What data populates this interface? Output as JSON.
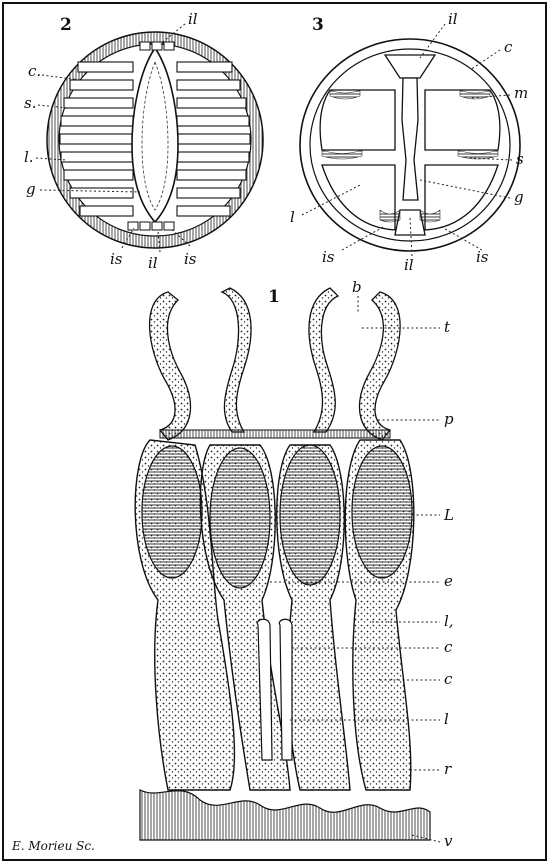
{
  "figures": {
    "fig2": "2",
    "fig3": "3",
    "fig1": "1"
  },
  "labels_fig2": {
    "il_top": "il",
    "c": "c.",
    "s": "s.",
    "l": "l.",
    "g": "g",
    "is_left": "is",
    "il_bottom": "il",
    "is_right": "is"
  },
  "labels_fig3": {
    "il_top": "il",
    "c": "c",
    "m": "m",
    "s": "s",
    "g": "g",
    "l": "l",
    "is_left": "is",
    "il_bottom": "il",
    "is_right": "is"
  },
  "labels_fig1": {
    "b": "b",
    "t": "t",
    "p": "p",
    "L": "L",
    "e": "e",
    "l1": "l,",
    "c1": "c",
    "c2": "c",
    "l2": "l",
    "r": "r",
    "v": "v"
  },
  "signature": "E. Morieu Sc."
}
